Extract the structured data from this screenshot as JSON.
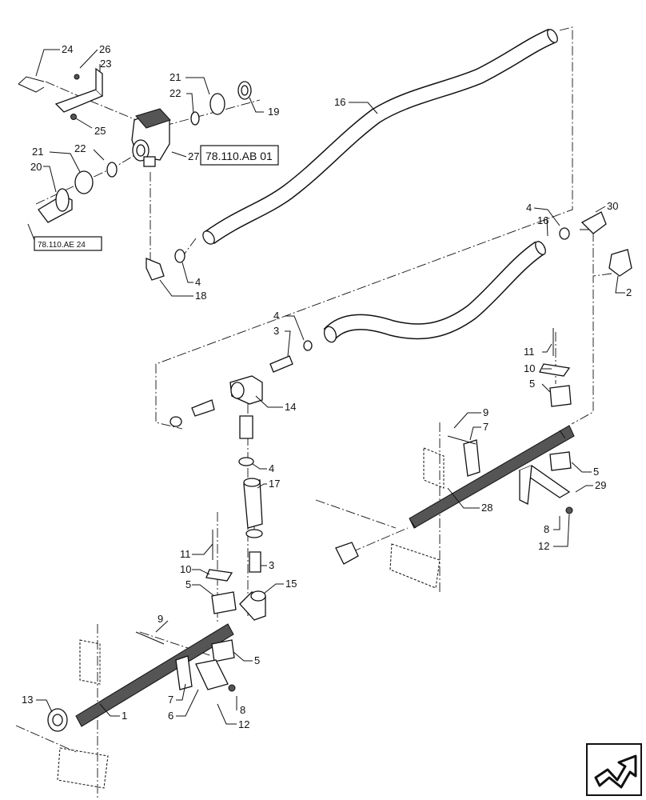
{
  "callouts": {
    "c1": "1",
    "c2": "2",
    "c3a": "3",
    "c3b": "3",
    "c4a": "4",
    "c4b": "4",
    "c4c": "4",
    "c4d": "4",
    "c5a": "5",
    "c5b": "5",
    "c5c": "5",
    "c5d": "5",
    "c6": "6",
    "c7a": "7",
    "c7b": "7",
    "c8a": "8",
    "c8b": "8",
    "c9a": "9",
    "c9b": "9",
    "c10a": "10",
    "c10b": "10",
    "c11a": "11",
    "c11b": "11",
    "c12a": "12",
    "c12b": "12",
    "c13": "13",
    "c14": "14",
    "c15": "15",
    "c16a": "16",
    "c16b": "16",
    "c17": "17",
    "c18": "18",
    "c19": "19",
    "c20": "20",
    "c21a": "21",
    "c21b": "21",
    "c22a": "22",
    "c22b": "22",
    "c23": "23",
    "c24": "24",
    "c25": "25",
    "c26": "26",
    "c27": "27",
    "c28": "28",
    "c29": "29",
    "c30": "30"
  },
  "references": {
    "ref_ab01": "78.110.AB 01",
    "ref_ae24": "78.110.AE 24"
  },
  "icons": {
    "navigation": "next-page-arrow-icon"
  }
}
